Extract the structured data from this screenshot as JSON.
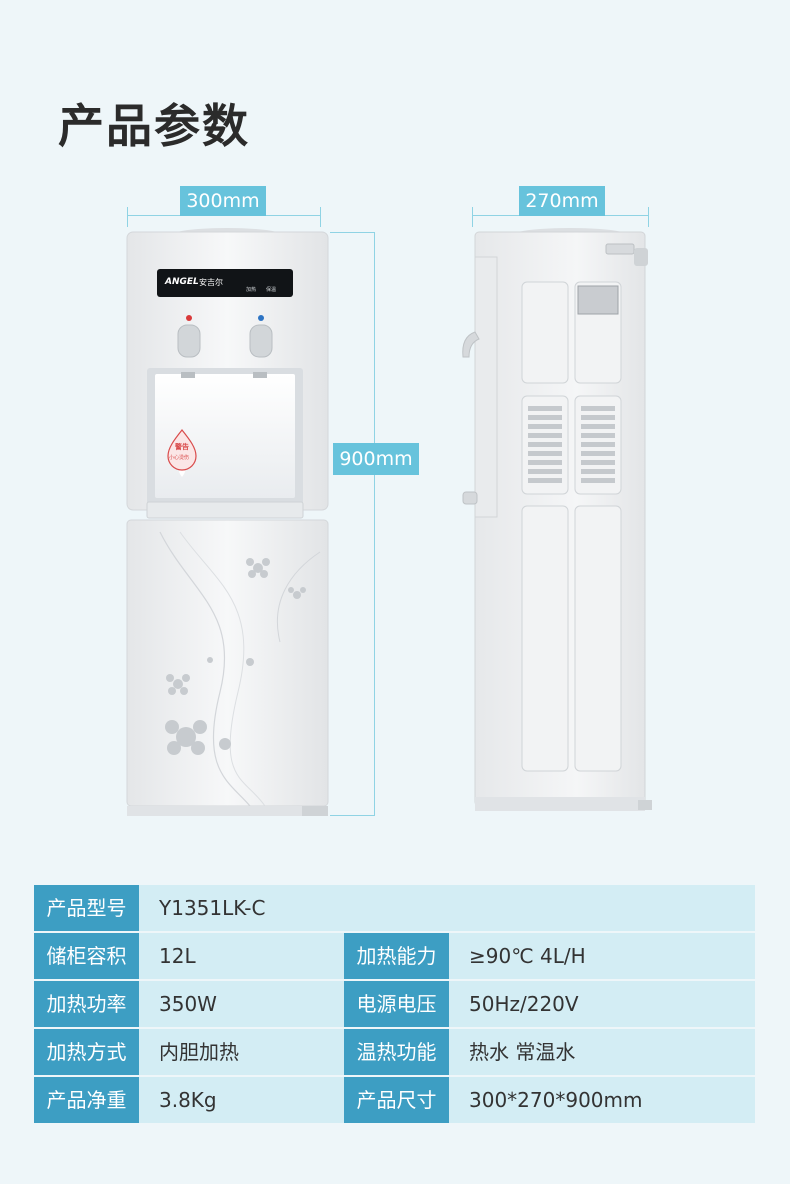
{
  "page": {
    "title": "产品参数",
    "colors": {
      "background": "#eef6f9",
      "accent_pill": "#67c3dc",
      "table_label_bg": "#3d9ec3",
      "table_value_bg": "#d3edf4"
    }
  },
  "dimensions": {
    "width": "300mm",
    "depth": "270mm",
    "height": "900mm"
  },
  "product": {
    "brand_logo": "ANGEL",
    "brand_cn": "安吉尔",
    "panel_label_hot": "加热",
    "panel_label_cool": "保温",
    "warning_badge_title": "警告",
    "warning_badge_text": "小心烫伤"
  },
  "specs": {
    "rows": [
      {
        "label": "产品型号",
        "value": "Y1351LK-C"
      },
      {
        "label": "储柜容积",
        "value": "12L",
        "label2": "加热能力",
        "value2": "≥90℃ 4L/H"
      },
      {
        "label": "加热功率",
        "value": "350W",
        "label2": "电源电压",
        "value2": "50Hz/220V"
      },
      {
        "label": "加热方式",
        "value": "内胆加热",
        "label2": "温热功能",
        "value2": "热水 常温水"
      },
      {
        "label": "产品净重",
        "value": "3.8Kg",
        "label2": "产品尺寸",
        "value2": "300*270*900mm"
      }
    ]
  }
}
